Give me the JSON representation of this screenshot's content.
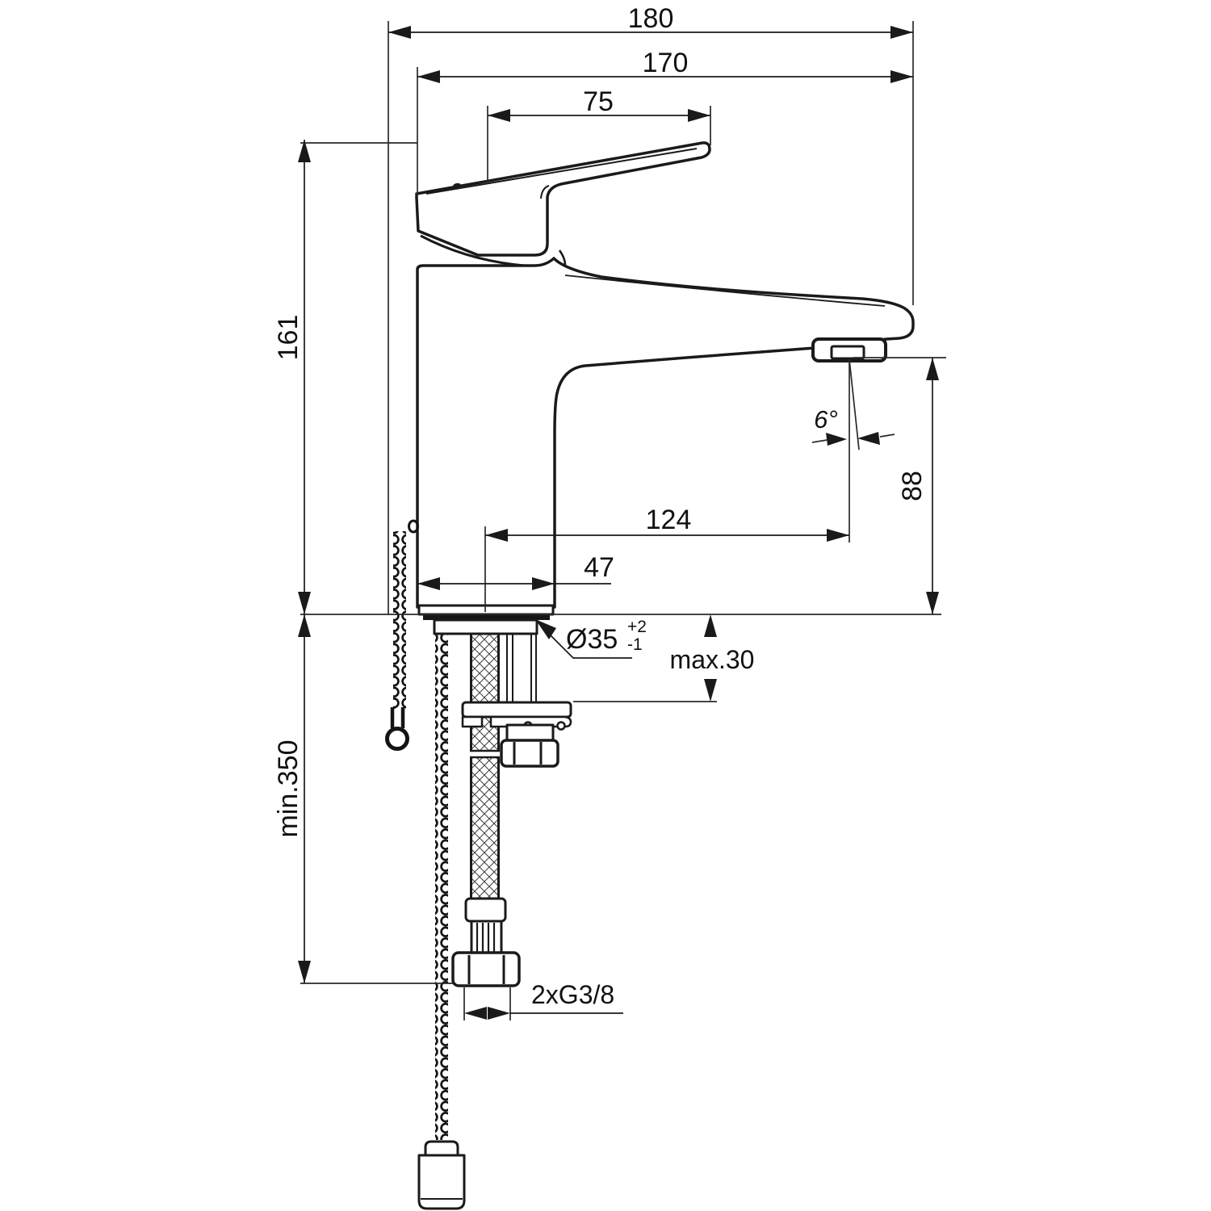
{
  "meta": {
    "drawing_type": "technical dimension drawing",
    "subject": "single-lever basin mixer tap with pop-up chain, flexible supply hoses and mounting hardware, side view",
    "units": "mm",
    "background_color": "#ffffff",
    "line_color": "#1a1a1a"
  },
  "labels": {
    "overall_projection": "180",
    "spout_projection": "170",
    "lever_length": "75",
    "body_height": "161",
    "outlet_height": "88",
    "outlet_reach": "124",
    "base_depth": "47",
    "jet_angle": "6°",
    "hole_diameter": "Ø35",
    "hole_tolerance_plus": "+2",
    "hole_tolerance_minus": "-1",
    "max_deck_thickness": "max.30",
    "min_hose_clearance": "min.350",
    "connection_thread": "2xG3/8"
  }
}
